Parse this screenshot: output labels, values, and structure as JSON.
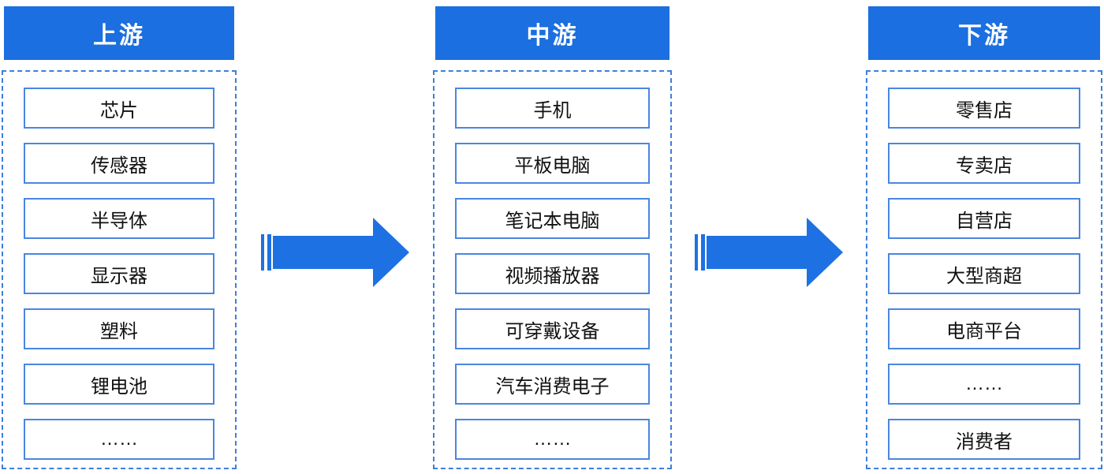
{
  "diagram": {
    "columns": [
      {
        "title": "上游",
        "items": [
          "芯片",
          "传感器",
          "半导体",
          "显示器",
          "塑料",
          "锂电池",
          "……"
        ]
      },
      {
        "title": "中游",
        "items": [
          "手机",
          "平板电脑",
          "笔记本电脑",
          "视频播放器",
          "可穿戴设备",
          "汽车消费电子",
          "……"
        ]
      },
      {
        "title": "下游",
        "items": [
          "零售店",
          "专卖店",
          "自营店",
          "大型商超",
          "电商平台",
          "……",
          "消费者"
        ]
      }
    ],
    "arrows": [
      {
        "name": "arrow-upstream-to-midstream",
        "direction": "right"
      },
      {
        "name": "arrow-midstream-to-downstream",
        "direction": "right"
      }
    ]
  },
  "colors": {
    "header_bg": "#1b6fe0",
    "header_text": "#ffffff",
    "arrow": "#1e71e3",
    "box_border": "#4a86e0",
    "dashed_border": "#3e7fd9",
    "item_text": "#111111",
    "background": "#ffffff"
  }
}
